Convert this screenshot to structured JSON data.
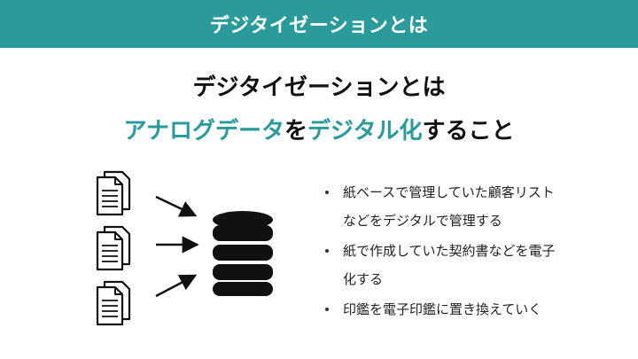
{
  "header": {
    "title": "デジタイゼーションとは",
    "background_color": "#2a9a9b"
  },
  "main": {
    "title": "デジタイゼーションとは",
    "subtitle": {
      "part1": "アナログデータ",
      "part2": "を",
      "part3": "デジタル化",
      "part4": "すること"
    },
    "accent_color": "#2a9a9b"
  },
  "diagram": {
    "icons": [
      "document-icon",
      "document-icon",
      "document-icon",
      "arrow-icon",
      "arrow-icon",
      "arrow-icon",
      "database-icon"
    ]
  },
  "bullets": [
    {
      "line1": "紙ベースで管理していた顧客リスト",
      "line2": "などをデジタルで管理する"
    },
    {
      "line1": "紙で作成していた契約書などを電子",
      "line2": "化する"
    },
    {
      "line1": "印鑑を電子印鑑に置き換えていく",
      "line2": ""
    }
  ]
}
